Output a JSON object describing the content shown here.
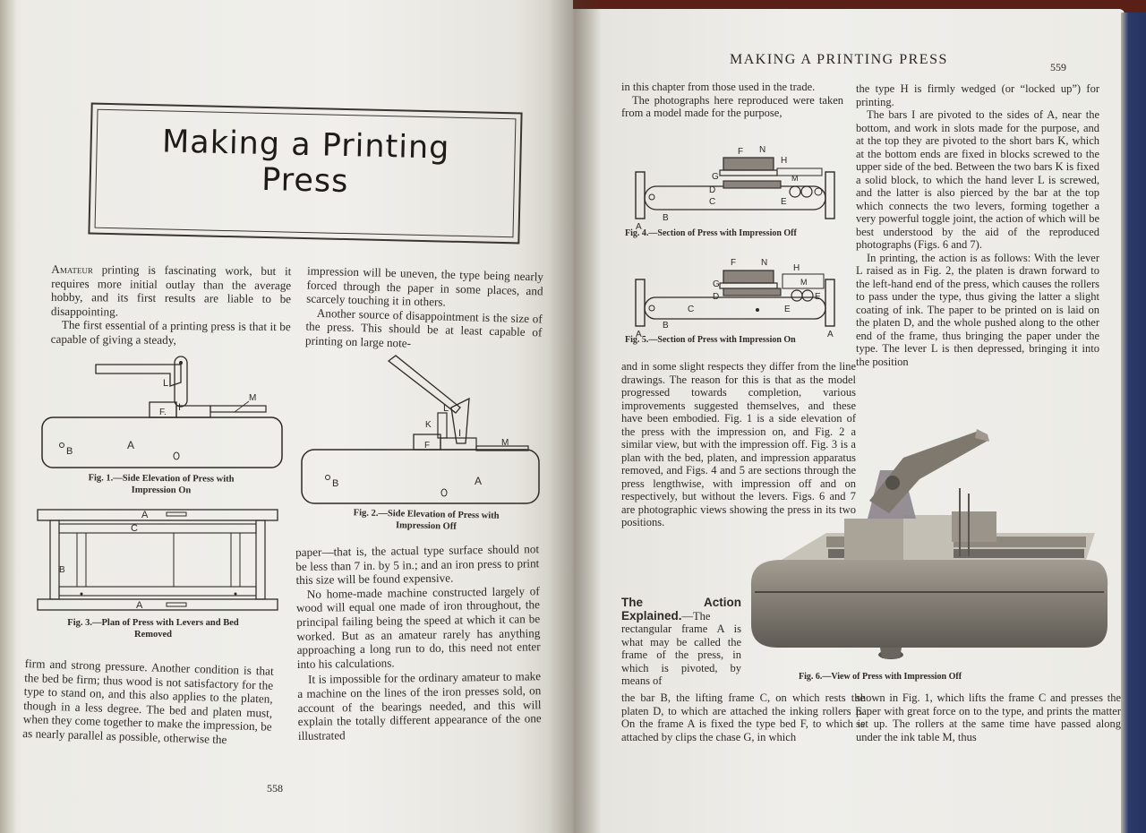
{
  "left_page": {
    "title_line1": "Making a Printing",
    "title_line2": "Press",
    "col1_p1_lead": "Amateur",
    "col1_p1": " printing is fascinating work, but it requires more initial outlay than the average hobby, and its first results are liable to be disappointing.",
    "col1_p2": "The first essential of a printing press is that it be capable of giving a steady,",
    "col2_p1": "impression will be uneven, the type being nearly forced through the paper in some places, and scarcely touching it in others.",
    "col2_p2": "Another source of disappointment is the size of the press. This should be at least capable of printing on large note-",
    "fig1_caption_l1": "Fig. 1.—Side Elevation of Press with",
    "fig1_caption_l2": "Impression On",
    "fig2_caption_l1": "Fig. 2.—Side Elevation of Press with",
    "fig2_caption_l2": "Impression Off",
    "fig3_caption_l1": "Fig. 3.—Plan of Press with Levers and Bed",
    "fig3_caption_l2": "Removed",
    "col1_p3": "firm and strong pressure. Another condition is that the bed be firm; thus wood is not satisfactory for the type to stand on, and this also applies to the platen, though in a less degree. The bed and platen must, when they come together to make the impression, be as nearly parallel as possible, otherwise the",
    "col2_p3": "paper—that is, the actual type surface should not be less than 7 in. by 5 in.; and an iron press to print this size will be found expensive.",
    "col2_p4": "No home-made machine constructed largely of wood will equal one made of iron throughout, the principal failing being the speed at which it can be worked. But as an amateur rarely has anything approaching a long run to do, this need not enter into his calculations.",
    "col2_p5": "It is impossible for the ordinary amateur to make a machine on the lines of the iron presses sold, on account of the bearings needed, and this will explain the totally different appearance of the one illustrated",
    "page_number": "558"
  },
  "right_page": {
    "running_head": "MAKING A PRINTING PRESS",
    "page_number": "559",
    "col1_p1": "in this chapter from those used in the trade.",
    "col1_p2": "The photographs here reproduced were taken from a model made for the purpose,",
    "fig4_caption": "Fig. 4.—Section of Press with Impression Off",
    "fig5_caption": "Fig. 5.—Section of Press with Impression On",
    "col1_p3": "and in some slight respects they differ from the line drawings. The reason for this is that as the model progressed towards completion, various improvements suggested themselves, and these have been embodied. Fig. 1 is a side elevation of the press with the impression on, and Fig. 2 a similar view, but with the impression off. Fig. 3 is a plan with the bed, platen, and impression apparatus removed, and Figs. 4 and 5 are sections through the press lengthwise, with impression off and on respectively, but without the levers. Figs. 6 and 7 are photographic views showing the press in its two positions.",
    "action_head": "The Action Explained.",
    "col1_p4": "—The rectangular frame A is what may be called the frame of the press, in which is pivoted, by means of",
    "col1_p5": "the bar B, the lifting frame C, on which rests the platen D, to which are attached the inking rollers E. On the frame A is fixed the type bed F, to which is attached by clips the chase G, in which",
    "col2_p1": "the type H is firmly wedged (or “locked up”) for printing.",
    "col2_p2": "The bars I are pivoted to the sides of A, near the bottom, and work in slots made for the purpose, and at the top they are pivoted to the short bars K, which at the bottom ends are fixed in blocks screwed to the upper side of the bed. Between the two bars K is fixed a solid block, to which the hand lever L is screwed, and the latter is also pierced by the bar at the top which connects the two levers, forming together a very powerful toggle joint, the action of which will be best understood by the aid of the reproduced photographs (Figs. 6 and 7).",
    "col2_p3": "In printing, the action is as follows: With the lever L raised as in Fig. 2, the platen is drawn forward to the left-hand end of the press, which causes the rollers to pass under the type, thus giving the latter a slight coating of ink. The paper to be printed on is laid on the platen D, and the whole pushed along to the other end of the frame, thus bringing the paper under the type. The lever L is then depressed, bringing it into the position",
    "fig6_caption": "Fig. 6.—View of Press with Impression Off",
    "col2_p4": "shown in Fig. 1, which lifts the frame C and presses the paper with great force on to the type, and prints the matter set up. The rollers at the same time have passed along under the ink table M, thus"
  },
  "colors": {
    "paper": "#efeeea",
    "ink": "#2e2925",
    "background": "#5a1f16"
  }
}
